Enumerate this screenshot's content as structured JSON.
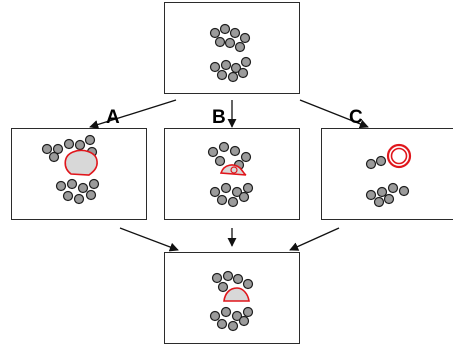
{
  "labels": {
    "a": "A",
    "b": "B",
    "c": "C"
  },
  "colors": {
    "membrane": "#9b9b9b",
    "vesicle": "#9b9b9b",
    "fusion_outline": "#e0161c",
    "background": "#ffffff"
  },
  "panels": [
    "top",
    "mode-a",
    "mode-b",
    "mode-c",
    "bottom"
  ]
}
